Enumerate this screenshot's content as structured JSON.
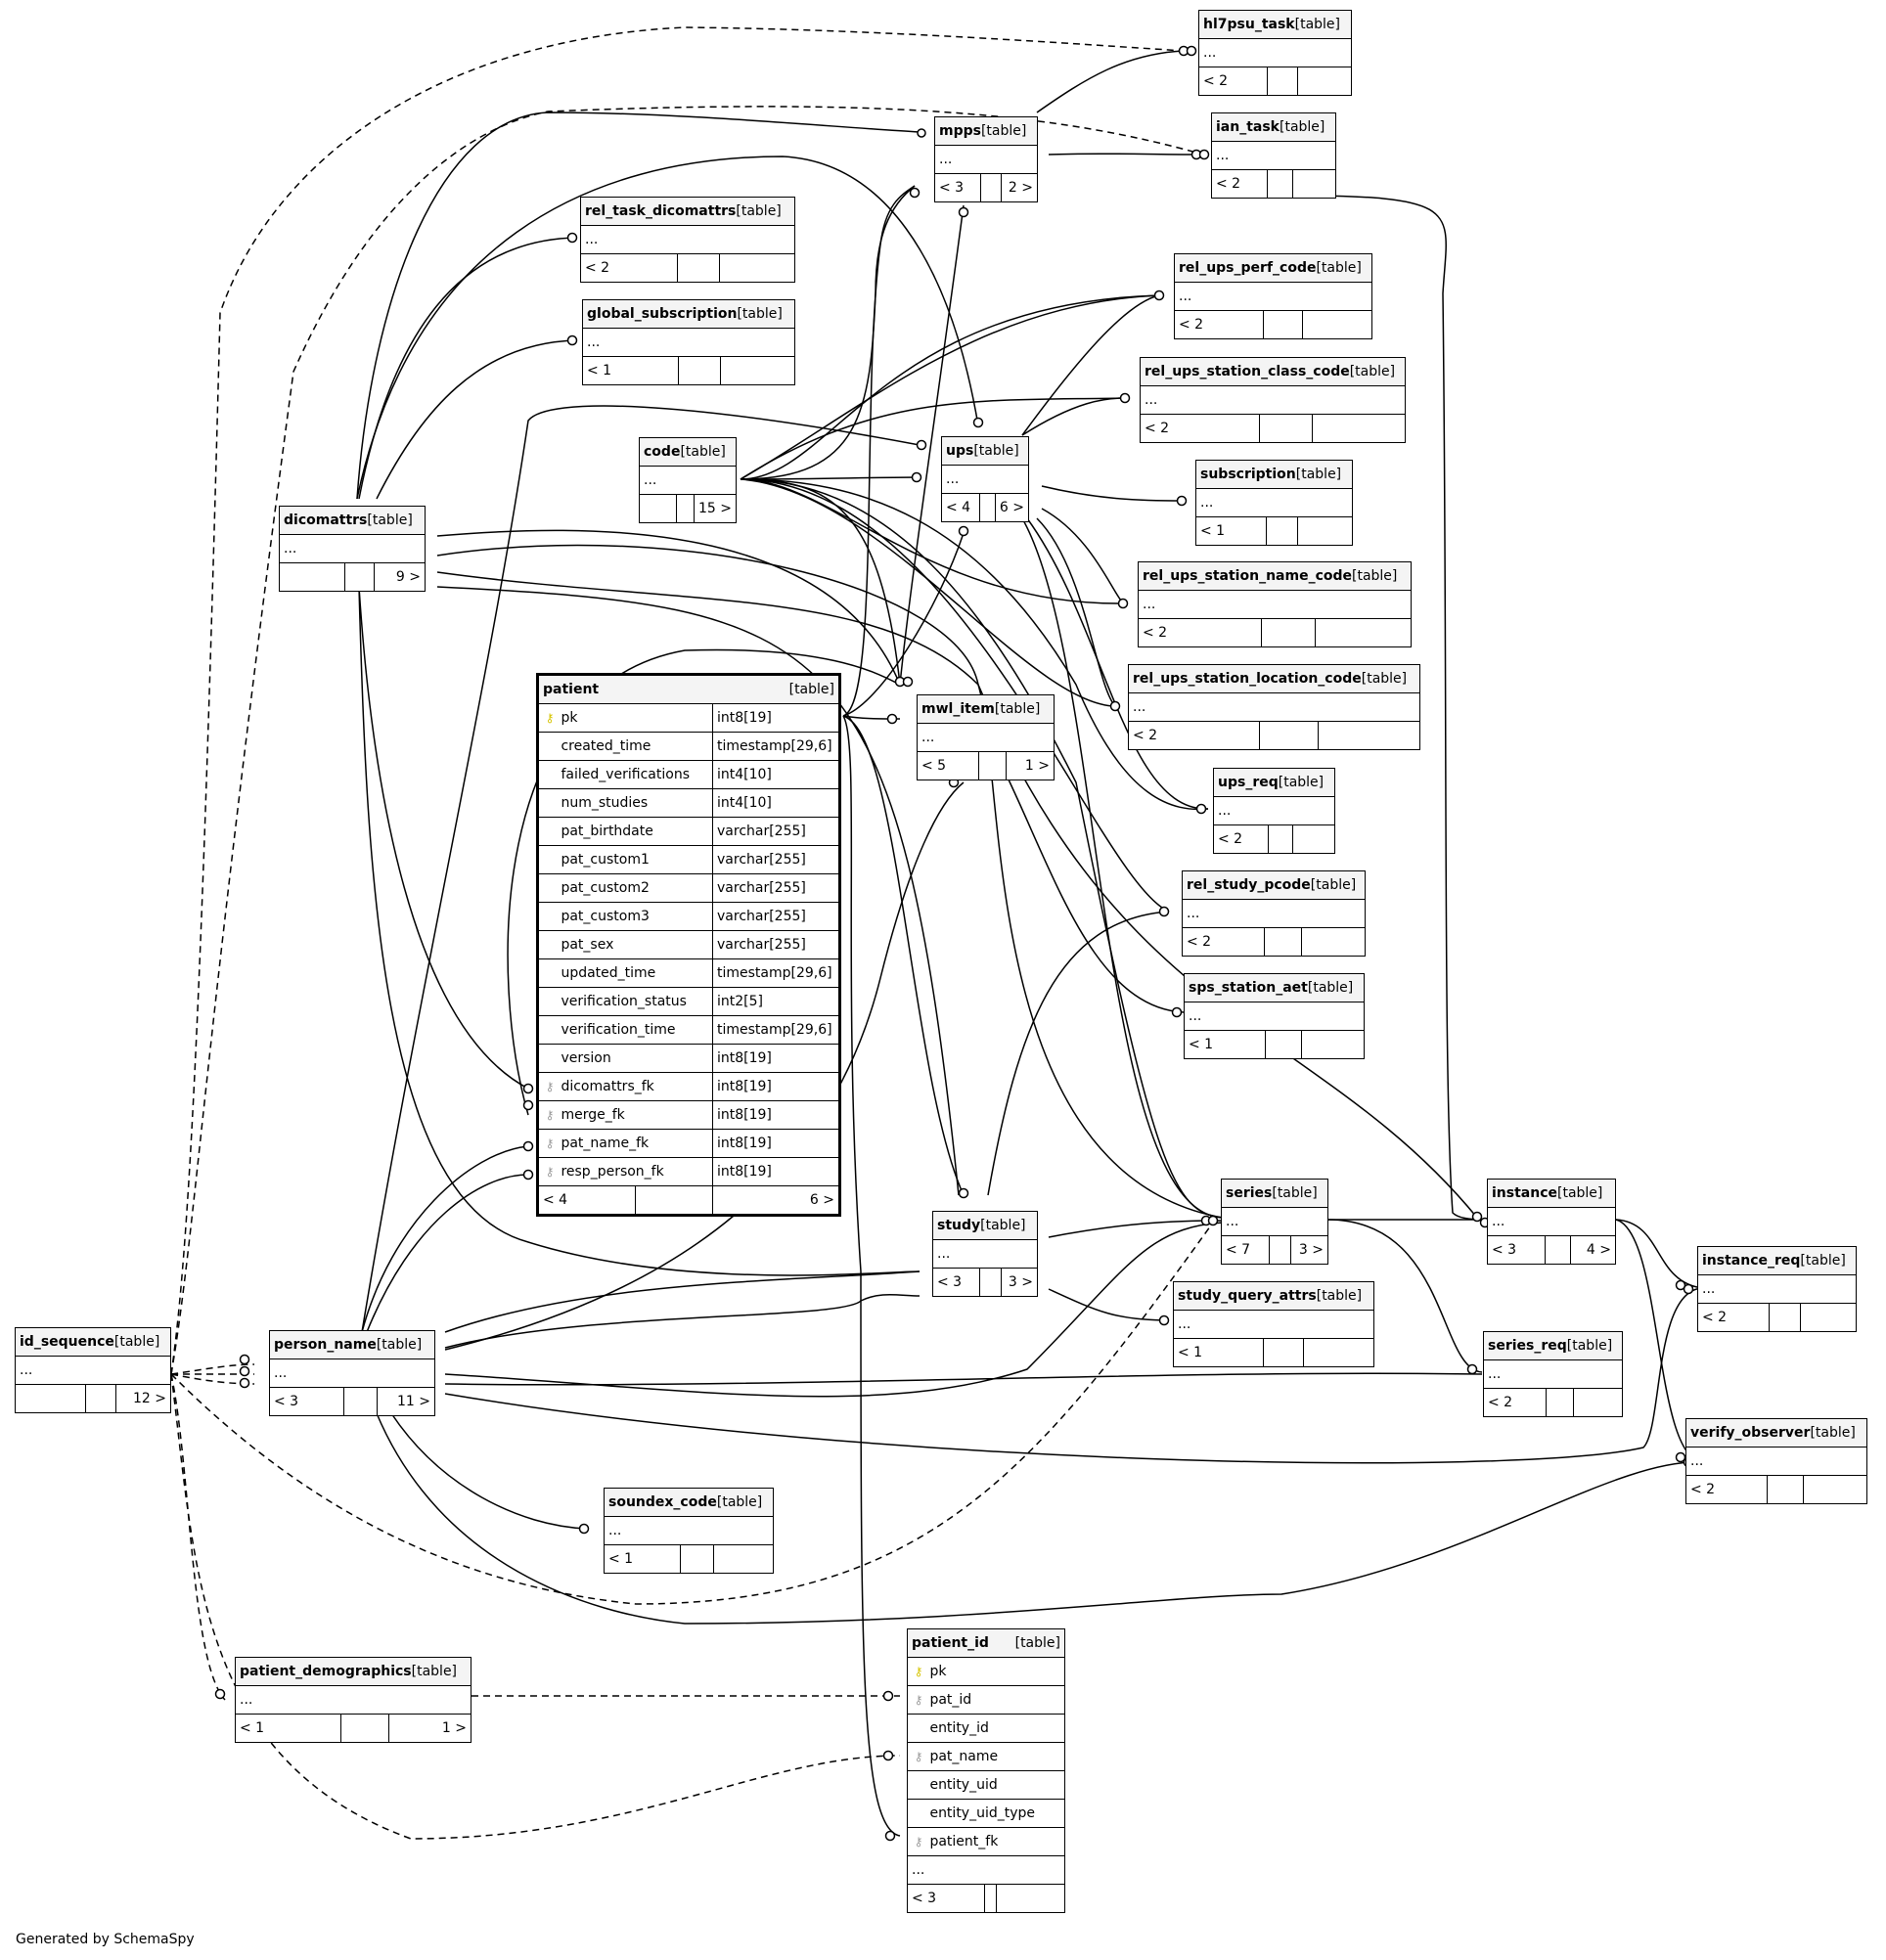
{
  "footer": "Generated by SchemaSpy",
  "table_tag": "[table]",
  "tables": {
    "hl7psu_task": {
      "name": "hl7psu_task",
      "cols": "...",
      "parents": "< 2",
      "children": ""
    },
    "ian_task": {
      "name": "ian_task",
      "cols": "...",
      "parents": "< 2",
      "children": ""
    },
    "mpps": {
      "name": "mpps",
      "cols": "...",
      "parents": "< 3",
      "children": "2 >"
    },
    "rel_task_dicomattrs": {
      "name": "rel_task_dicomattrs",
      "cols": "...",
      "parents": "< 2",
      "children": ""
    },
    "global_subscription": {
      "name": "global_subscription",
      "cols": "...",
      "parents": "< 1",
      "children": ""
    },
    "rel_ups_perf_code": {
      "name": "rel_ups_perf_code",
      "cols": "...",
      "parents": "< 2",
      "children": ""
    },
    "rel_ups_station_class_code": {
      "name": "rel_ups_station_class_code",
      "cols": "...",
      "parents": "< 2",
      "children": ""
    },
    "code": {
      "name": "code",
      "cols": "...",
      "parents": "",
      "children": "15 >"
    },
    "ups": {
      "name": "ups",
      "cols": "...",
      "parents": "< 4",
      "children": "6 >"
    },
    "subscription": {
      "name": "subscription",
      "cols": "...",
      "parents": "< 1",
      "children": ""
    },
    "dicomattrs": {
      "name": "dicomattrs",
      "cols": "...",
      "parents": "",
      "children": "9 >"
    },
    "rel_ups_station_name_code": {
      "name": "rel_ups_station_name_code",
      "cols": "...",
      "parents": "< 2",
      "children": ""
    },
    "rel_ups_station_location_code": {
      "name": "rel_ups_station_location_code",
      "cols": "...",
      "parents": "< 2",
      "children": ""
    },
    "mwl_item": {
      "name": "mwl_item",
      "cols": "...",
      "parents": "< 5",
      "children": "1 >"
    },
    "ups_req": {
      "name": "ups_req",
      "cols": "...",
      "parents": "< 2",
      "children": ""
    },
    "rel_study_pcode": {
      "name": "rel_study_pcode",
      "cols": "...",
      "parents": "< 2",
      "children": ""
    },
    "sps_station_aet": {
      "name": "sps_station_aet",
      "cols": "...",
      "parents": "< 1",
      "children": ""
    },
    "series": {
      "name": "series",
      "cols": "...",
      "parents": "< 7",
      "children": "3 >"
    },
    "instance": {
      "name": "instance",
      "cols": "...",
      "parents": "< 3",
      "children": "4 >"
    },
    "study": {
      "name": "study",
      "cols": "...",
      "parents": "< 3",
      "children": "3 >"
    },
    "instance_req": {
      "name": "instance_req",
      "cols": "...",
      "parents": "< 2",
      "children": ""
    },
    "study_query_attrs": {
      "name": "study_query_attrs",
      "cols": "...",
      "parents": "< 1",
      "children": ""
    },
    "id_sequence": {
      "name": "id_sequence",
      "cols": "...",
      "parents": "",
      "children": "12 >"
    },
    "person_name": {
      "name": "person_name",
      "cols": "...",
      "parents": "< 3",
      "children": "11 >"
    },
    "series_req": {
      "name": "series_req",
      "cols": "...",
      "parents": "< 2",
      "children": ""
    },
    "verify_observer": {
      "name": "verify_observer",
      "cols": "...",
      "parents": "< 2",
      "children": ""
    },
    "soundex_code": {
      "name": "soundex_code",
      "cols": "...",
      "parents": "< 1",
      "children": ""
    },
    "patient_demographics": {
      "name": "patient_demographics",
      "cols": "...",
      "parents": "< 1",
      "children": "1 >"
    }
  },
  "patient": {
    "name": "patient",
    "parents": "< 4",
    "children": "6 >",
    "columns": [
      {
        "name": "pk",
        "type": "int8[19]",
        "key": "pk"
      },
      {
        "name": "created_time",
        "type": "timestamp[29,6]",
        "key": ""
      },
      {
        "name": "failed_verifications",
        "type": "int4[10]",
        "key": ""
      },
      {
        "name": "num_studies",
        "type": "int4[10]",
        "key": ""
      },
      {
        "name": "pat_birthdate",
        "type": "varchar[255]",
        "key": ""
      },
      {
        "name": "pat_custom1",
        "type": "varchar[255]",
        "key": ""
      },
      {
        "name": "pat_custom2",
        "type": "varchar[255]",
        "key": ""
      },
      {
        "name": "pat_custom3",
        "type": "varchar[255]",
        "key": ""
      },
      {
        "name": "pat_sex",
        "type": "varchar[255]",
        "key": ""
      },
      {
        "name": "updated_time",
        "type": "timestamp[29,6]",
        "key": ""
      },
      {
        "name": "verification_status",
        "type": "int2[5]",
        "key": ""
      },
      {
        "name": "verification_time",
        "type": "timestamp[29,6]",
        "key": ""
      },
      {
        "name": "version",
        "type": "int8[19]",
        "key": ""
      },
      {
        "name": "dicomattrs_fk",
        "type": "int8[19]",
        "key": "fk"
      },
      {
        "name": "merge_fk",
        "type": "int8[19]",
        "key": "fk"
      },
      {
        "name": "pat_name_fk",
        "type": "int8[19]",
        "key": "fk"
      },
      {
        "name": "resp_person_fk",
        "type": "int8[19]",
        "key": "fk"
      }
    ]
  },
  "patient_id": {
    "name": "patient_id",
    "parents": "< 3",
    "rows": [
      {
        "name": "pk",
        "key": "pk"
      },
      {
        "name": "pat_id",
        "key": "fk"
      },
      {
        "name": "entity_id",
        "key": ""
      },
      {
        "name": "pat_name",
        "key": "fk"
      },
      {
        "name": "entity_uid",
        "key": ""
      },
      {
        "name": "entity_uid_type",
        "key": ""
      },
      {
        "name": "patient_fk",
        "key": "fk"
      }
    ],
    "more": "..."
  },
  "icons": {
    "primary_key": "key-icon",
    "foreign_key": "key-icon"
  },
  "colors": {
    "primary_key": "#d6c400",
    "foreign_key": "#9a9a9a",
    "header": "#f4f4f4"
  }
}
